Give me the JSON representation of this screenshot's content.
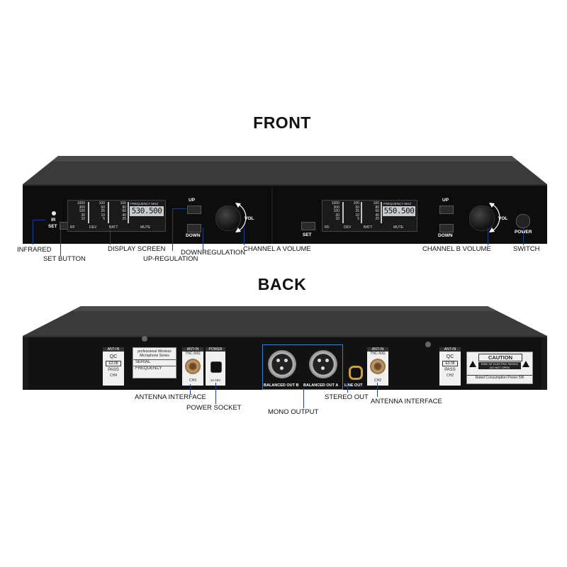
{
  "front": {
    "title": "FRONT",
    "ir_label": "IR",
    "set_label": "SET",
    "up_label": "UP",
    "down_label": "DOWN",
    "vol_label": "VOL",
    "power_label": "POWER",
    "display_a": {
      "frequency_header": "FREQUENCY MHZ",
      "frequency": "530.500",
      "columns": [
        "RF",
        "DEV",
        "BATT",
        "MUTE"
      ],
      "scale_rf": [
        "1000",
        "300",
        "100",
        "30",
        "10"
      ],
      "scale_dev": [
        "100",
        "50",
        "25",
        "10",
        "5"
      ],
      "scale_batt": [
        "100",
        "80",
        "60",
        "40",
        "20"
      ]
    },
    "display_b": {
      "frequency_header": "FREQUENCY MHZ",
      "frequency": "550.500",
      "columns": [
        "RF",
        "DEV",
        "BATT",
        "MUTE"
      ],
      "scale_rf": [
        "1000",
        "300",
        "100",
        "30",
        "10"
      ],
      "scale_dev": [
        "100",
        "50",
        "25",
        "10",
        "5"
      ],
      "scale_batt": [
        "100",
        "80",
        "60",
        "40",
        "20"
      ]
    },
    "callouts": {
      "infrared": "INFRARED",
      "set_button": "SET BUTTON",
      "display_screen": "DISPLAY SCREEN",
      "up_regulation": "UP-REGULATION",
      "down_regulation": "DOWNREGULATION",
      "channel_a_volume": "CHANNEL A VOLUME",
      "channel_b_volume": "CHANNEL B VOLUME",
      "switch": "SWITCH"
    }
  },
  "back": {
    "title": "BACK",
    "qc_left": {
      "top": "ANT-IN",
      "qc": "QC",
      "code": "E3.08",
      "pass": "PASS",
      "ch": "CH4"
    },
    "qc_right": {
      "top": "ANT-IN",
      "qc": "QC",
      "code": "E3.08",
      "pass": "PASS",
      "ch": "CH2"
    },
    "serial_box": {
      "line1": "professional Wireless",
      "line2": "Microphone Series",
      "serial": "SERIAL",
      "frequency": "FREQUENCY"
    },
    "ant_left": {
      "top": "ANT-IN",
      "type": "TNC-50Ω",
      "ch": "CH3"
    },
    "ant_right": {
      "top": "ANT-IN",
      "type": "TNC-50Ω",
      "ch": "CH2"
    },
    "power": {
      "top": "POWER",
      "volt": "12-18V"
    },
    "balanced_b": "BALANCED OUT B",
    "balanced_a": "BALANCED OUT A",
    "line_out": "LINE OUT",
    "caution": {
      "title": "CAUTION",
      "line1": "RISK OF ELECTRIC SHOCK",
      "line2": "DO NOT OPEN",
      "rated": "Rated Consumption Power 5W"
    },
    "callouts": {
      "antenna_interface_left": "ANTENNA INTERFACE",
      "power_socket": "POWER SOCKET",
      "mono_output": "MONO OUTPUT",
      "stereo_out": "STEREO OUT",
      "antenna_interface_right": "ANTENNA INTERFACE"
    }
  },
  "colors": {
    "chassis": "#1c1c1c",
    "panel": "#0c0c0c",
    "lcd": "#c9cdd1",
    "leader": "#1e3c8c",
    "back_highlight": "#3a7fd5"
  }
}
